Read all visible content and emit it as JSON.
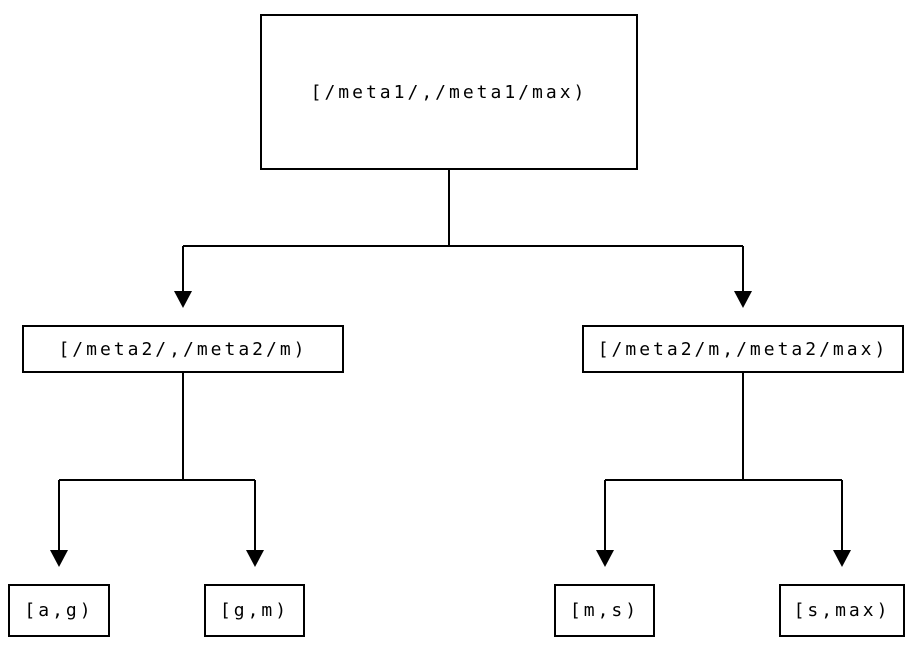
{
  "tree": {
    "root": {
      "label": "[/meta1/,/meta1/max)",
      "children": [
        {
          "label": "[/meta2/,/meta2/m)",
          "children": [
            {
              "label": "[a,g)"
            },
            {
              "label": "[g,m)"
            }
          ]
        },
        {
          "label": "[/meta2/m,/meta2/max)",
          "children": [
            {
              "label": "[m,s)"
            },
            {
              "label": "[s,max)"
            }
          ]
        }
      ]
    }
  },
  "colors": {
    "line": "#000000",
    "text": "#000000",
    "background": "#ffffff"
  }
}
